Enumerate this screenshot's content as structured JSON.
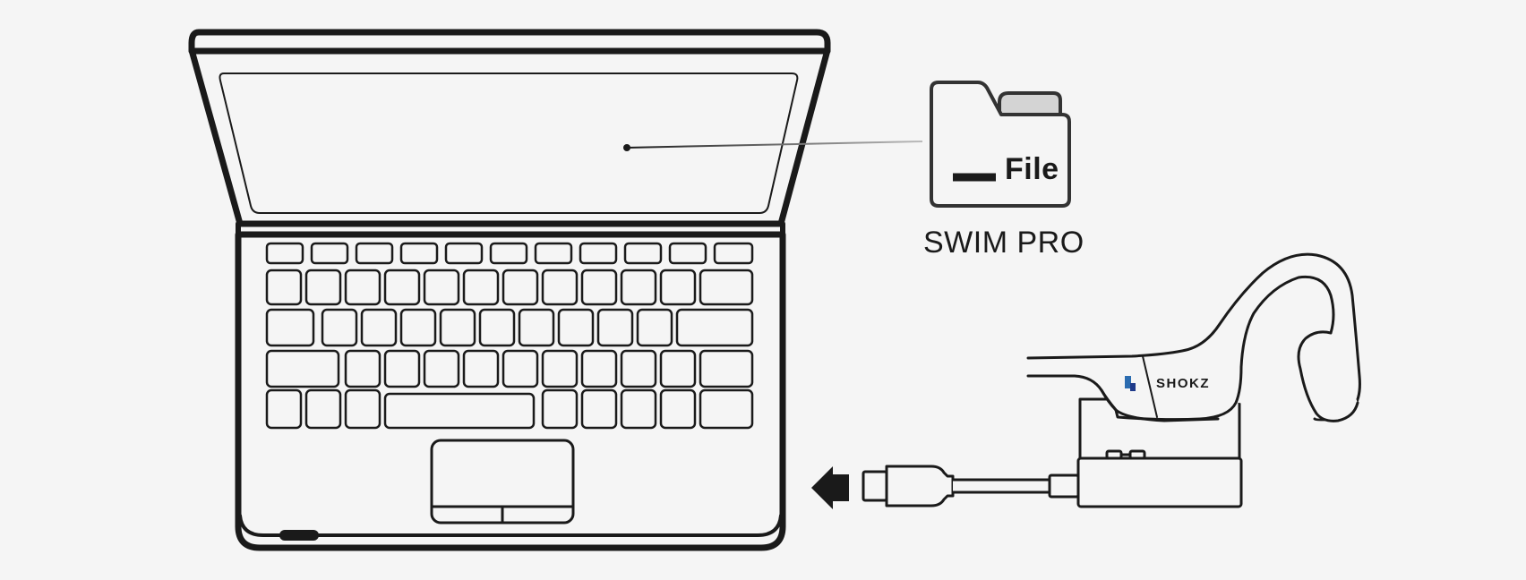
{
  "file": {
    "label": "File"
  },
  "drive": {
    "name": "SWIM PRO"
  },
  "headphones": {
    "brand": "SHOKZ"
  },
  "colors": {
    "outline": "#1a1a1a",
    "background": "#f5f5f5",
    "folder_tab": "#d4d4d4",
    "brand_mark": "#2b6cb0"
  }
}
